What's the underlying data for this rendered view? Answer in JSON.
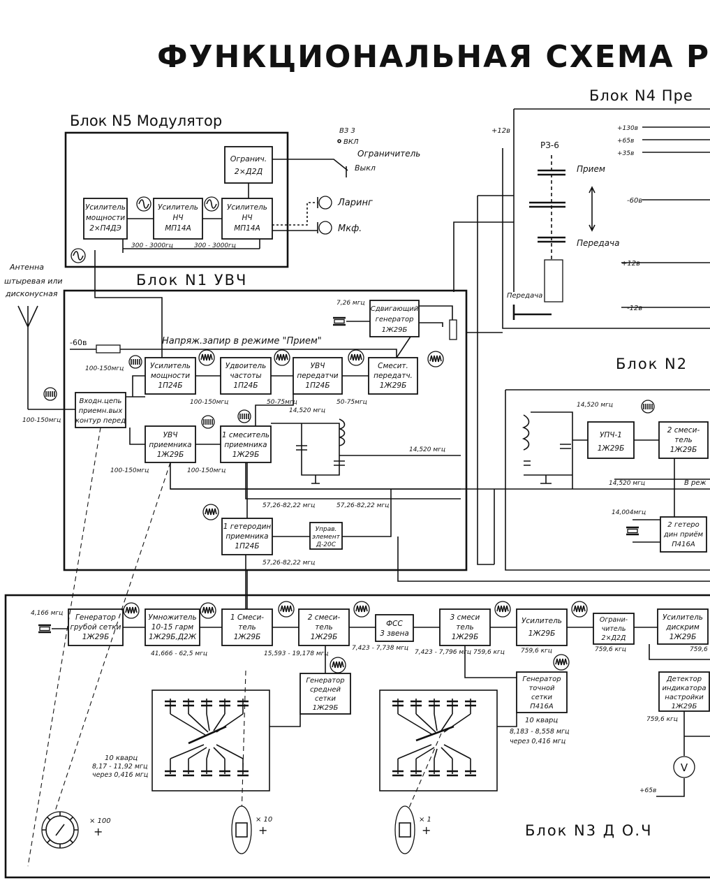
{
  "title": "ФУНКЦИОНАЛЬНАЯ СХЕМА РАДИОСТ",
  "blocks": {
    "n5": "Блок N5 Модулятор",
    "n1": "Блок N1 УВЧ",
    "n4": "Блок N4 Пре",
    "n2": "Блок N2",
    "n3": "Блок N3 Д О.Ч"
  },
  "modulator": {
    "limiter": [
      "Огранич.",
      "2×Д2Д"
    ],
    "amp_power": [
      "Усилитель",
      "мощности",
      "2×П4ДЭ"
    ],
    "amp_lf1": [
      "Усилитель",
      "НЧ",
      "МП14А"
    ],
    "amp_lf2": [
      "Усилитель",
      "НЧ",
      "МП14А"
    ],
    "vz": "ВЗ 3",
    "on": "ВКЛ",
    "limiter_label": "Ограничитель",
    "off": "Выкл",
    "laryng": "Ларинг",
    "mic": "Мкф.",
    "band1": "300 - 3000гц",
    "band2": "300 - 3000гц"
  },
  "antenna": {
    "label": [
      "Антенна",
      "штыревая или",
      "дисконусная"
    ],
    "freq": "100-150мгц"
  },
  "uhf": {
    "bias": "-60в",
    "bias_note": "Напряж.запир в режиме \"Прием\"",
    "shift_freq": "7,26 мгц",
    "shift_gen": [
      "Сдвигающий",
      "генератор",
      "1Ж29Б"
    ],
    "power_amp": [
      "Усилитель",
      "мощности",
      "1П24Б"
    ],
    "doubler": [
      "Удвоитель",
      "частоты",
      "1П24Б"
    ],
    "uhf_tx": [
      "УВЧ",
      "передатчи",
      "1П24Б"
    ],
    "mixer_tx": [
      "Смесит.",
      "передатч.",
      "1Ж29Б"
    ],
    "input": [
      "Входн.цепь",
      "приемн.вых",
      "контур перед"
    ],
    "uhf_rx": [
      "УВЧ",
      "приемника",
      "1Ж29Б"
    ],
    "mixer_rx": [
      "1 смеситель",
      "приемника",
      "1Ж29Б"
    ],
    "lo": [
      "1 гетеродин",
      "приемника",
      "1П24Б"
    ],
    "ctrl": [
      "Управ.",
      "элемент",
      "Д-20С"
    ],
    "f_pa": "100-150мгц",
    "f_doubler": "100-150мгц",
    "f_dbl_in": "50-75мгц",
    "f_tx": "50-75мгц",
    "f_if": "14,520 мгц",
    "f_if2": "14,520 мгц",
    "f_rx1": "100-150мгц",
    "f_rx2": "100-150мгц",
    "f_lo1": "57,26-82,22 мгц",
    "f_lo2": "57,26-82,22 мгц",
    "f_lo3": "57,26-82,22 мгц"
  },
  "block4": {
    "v130": "+130в",
    "v65": "+65в",
    "v35": "+35в",
    "v12": "+12в",
    "relay": "РЗ-6",
    "rx": "Прием",
    "tx": "Передача",
    "m60": "-60в",
    "p12": "+12в",
    "m12": "-12в",
    "tx_btn": "Передача"
  },
  "block2": {
    "f1": "14,520 мгц",
    "if_amp": [
      "УПЧ-1",
      "1Ж29Б"
    ],
    "mixer2": [
      "2 смеси-",
      "тель",
      "1Ж29Б"
    ],
    "f2": "14,520 мгц",
    "rx_mode": "В реж",
    "f3": "14,004мгц",
    "lo2": [
      "2 гетеро",
      "дин приём",
      "П416А"
    ]
  },
  "synth": {
    "xtal": "4,166 мгц",
    "coarse": [
      "Генератор",
      "грубой сетки",
      "1Ж29Б"
    ],
    "mult": [
      "Умножитель",
      "10-15 гарм",
      "1Ж29Б,Д2Ж"
    ],
    "mix1": [
      "1 Смеси-",
      "тель",
      "1Ж29Б"
    ],
    "mix2": [
      "2 смеси-",
      "тель",
      "1Ж29Б"
    ],
    "fss": [
      "ФСС",
      "3 звена"
    ],
    "mix3": [
      "3 смеси",
      "тель",
      "1Ж29Б"
    ],
    "amp": [
      "Усилитель",
      "1Ж29Б"
    ],
    "lim": [
      "Ограни-",
      "читель",
      "2×Д2Д"
    ],
    "disc": [
      "Усилитель",
      "дискрим",
      "1Ж29Б"
    ],
    "mid": [
      "Генератор",
      "средней",
      "сетки",
      "1Ж29Б"
    ],
    "fine": [
      "Генератор",
      "точной",
      "сетки",
      "П416А"
    ],
    "det": [
      "Детектор",
      "индикатора",
      "настройки",
      "1Ж29Б"
    ],
    "f_mult": "41,666 - 62,5 мгц",
    "f_mix1": "15,593 - 19,178 мгц",
    "f_mix2": "7,423 - 7,738 мгц",
    "f_fss": "7,423 - 7,796 мгц",
    "f_mix3": "759,6 кгц",
    "f_amp": "759,6 кгц",
    "f_lim": "759,6 кгц",
    "f_disc": "759,6",
    "f_det": "759,6 кгц",
    "v65": "+65в",
    "meter": "V",
    "q1": [
      "10 кварц",
      "8,17 - 11,92 мгц",
      "через 0,416 мгц"
    ],
    "q2": [
      "10 кварц",
      "8,183 - 8,558 мгц",
      "через 0,416 мгц"
    ],
    "k100": "× 100",
    "k10": "× 10",
    "k1": "× 1",
    "plus": "+"
  }
}
